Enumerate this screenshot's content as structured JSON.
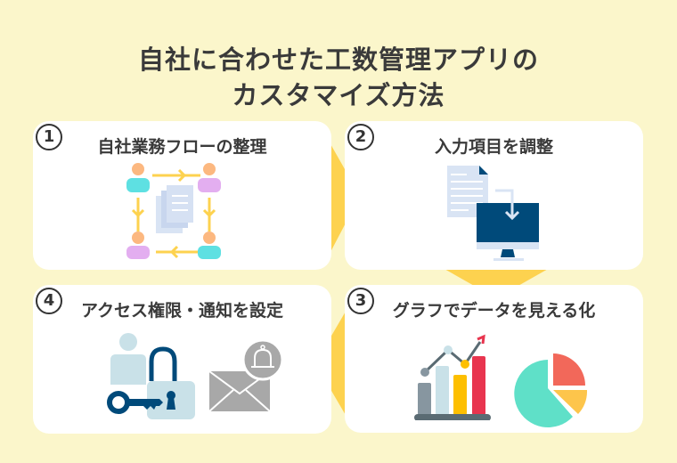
{
  "title": {
    "line1": "自社に合わせた工数管理アプリの",
    "line2": "カスタマイズ方法"
  },
  "steps": [
    {
      "number": "1",
      "label": "自社業務フローの整理"
    },
    {
      "number": "2",
      "label": "入力項目を調整"
    },
    {
      "number": "3",
      "label": "グラフでデータを見える化"
    },
    {
      "number": "4",
      "label": "アクセス権限・通知を設定"
    }
  ],
  "colors": {
    "background": "#fbf6cb",
    "arrow": "#fdd24f",
    "navy": "#004a7a"
  }
}
